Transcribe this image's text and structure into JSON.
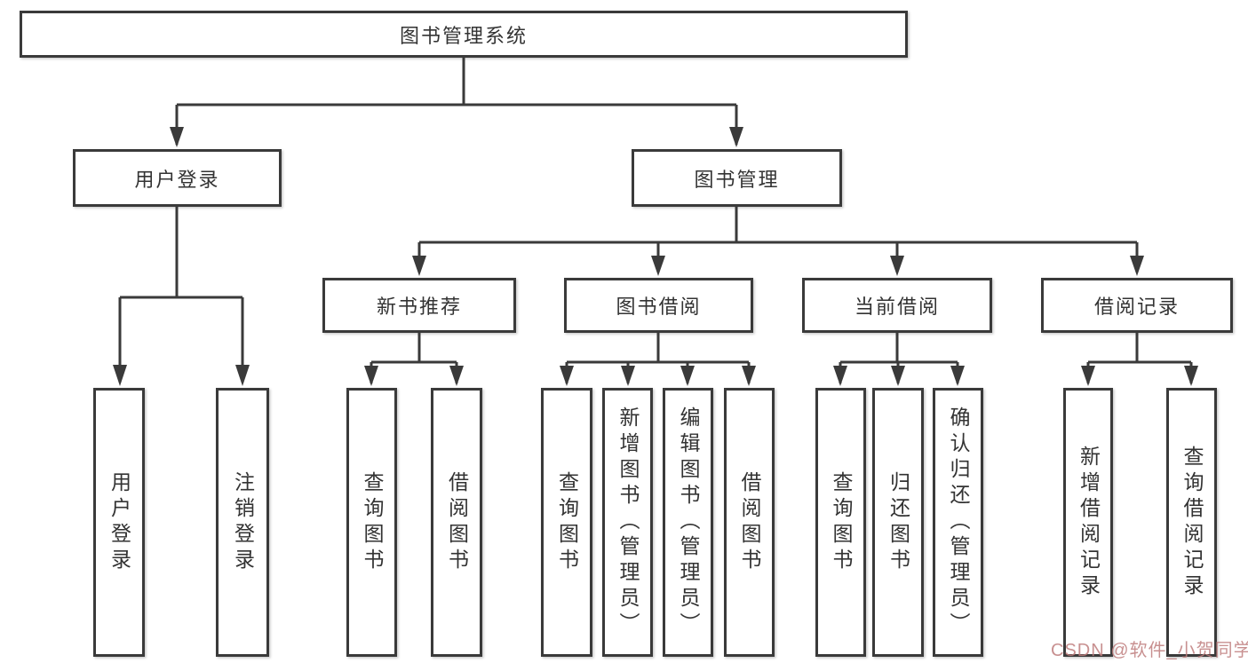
{
  "diagram": {
    "type": "hierarchy-tree",
    "tree": {
      "label": "图书管理系统",
      "children": [
        {
          "label": "用户登录",
          "children": [
            {
              "label": "用户登录"
            },
            {
              "label": "注销登录"
            }
          ]
        },
        {
          "label": "图书管理",
          "children": [
            {
              "label": "新书推荐",
              "children": [
                {
                  "label": "查询图书"
                },
                {
                  "label": "借阅图书"
                }
              ]
            },
            {
              "label": "图书借阅",
              "children": [
                {
                  "label": "查询图书"
                },
                {
                  "label": "新增图书（管理员）"
                },
                {
                  "label": "编辑图书（管理员）"
                },
                {
                  "label": "借阅图书"
                }
              ]
            },
            {
              "label": "当前借阅",
              "children": [
                {
                  "label": "查询图书"
                },
                {
                  "label": "归还图书"
                },
                {
                  "label": "确认归还（管理员）"
                }
              ]
            },
            {
              "label": "借阅记录",
              "children": [
                {
                  "label": "新增借阅记录"
                },
                {
                  "label": "查询借阅记录"
                }
              ]
            }
          ]
        }
      ]
    },
    "colors": {
      "line": "#3a3a3a",
      "box_border": "#3a3a3a",
      "box_fill": "#ffffff",
      "text": "#333333",
      "watermark": "#be7d7d"
    }
  },
  "watermark": {
    "text": "CSDN @软件_小贺同学"
  }
}
